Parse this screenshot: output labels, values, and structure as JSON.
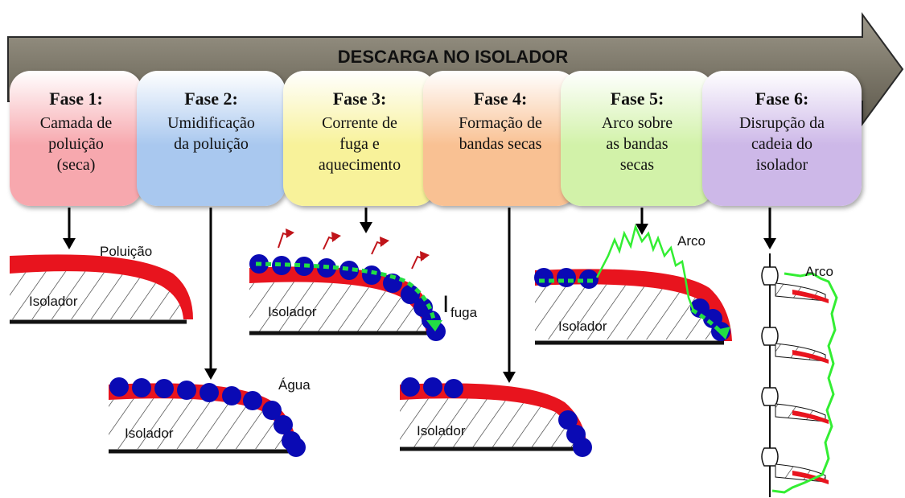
{
  "banner": {
    "title": "DESCARGA NO ISOLADOR"
  },
  "phases": [
    {
      "title": "Fase 1:",
      "desc": "Camada de\npoluição\n(seca)",
      "color": "#f7a8ae"
    },
    {
      "title": "Fase 2:",
      "desc": "Umidificação\nda poluição",
      "color": "#a9c8ef"
    },
    {
      "title": "Fase 3:",
      "desc": "Corrente de\nfuga e\naquecimento",
      "color": "#f8f29a"
    },
    {
      "title": "Fase 4:",
      "desc": "Formação de\nbandas secas",
      "color": "#f9c193"
    },
    {
      "title": "Fase 5:",
      "desc": "Arco sobre\nas bandas\nsecas",
      "color": "#d2f2a9"
    },
    {
      "title": "Fase 6:",
      "desc": "Disrupção da\ncadeia do\nisolador",
      "color": "#cdb8e8"
    }
  ],
  "labels": {
    "poluicao": "Poluição",
    "isolador": "Isolador",
    "agua": "Água",
    "i_letter": "I",
    "i_sub": "fuga",
    "arco": "Arco"
  },
  "colors": {
    "pollution": "#e8141e",
    "water": "#0a0ab4",
    "arc": "#33ee33",
    "leak_current": "#22dd44",
    "banner_fill": "#8b8676"
  }
}
